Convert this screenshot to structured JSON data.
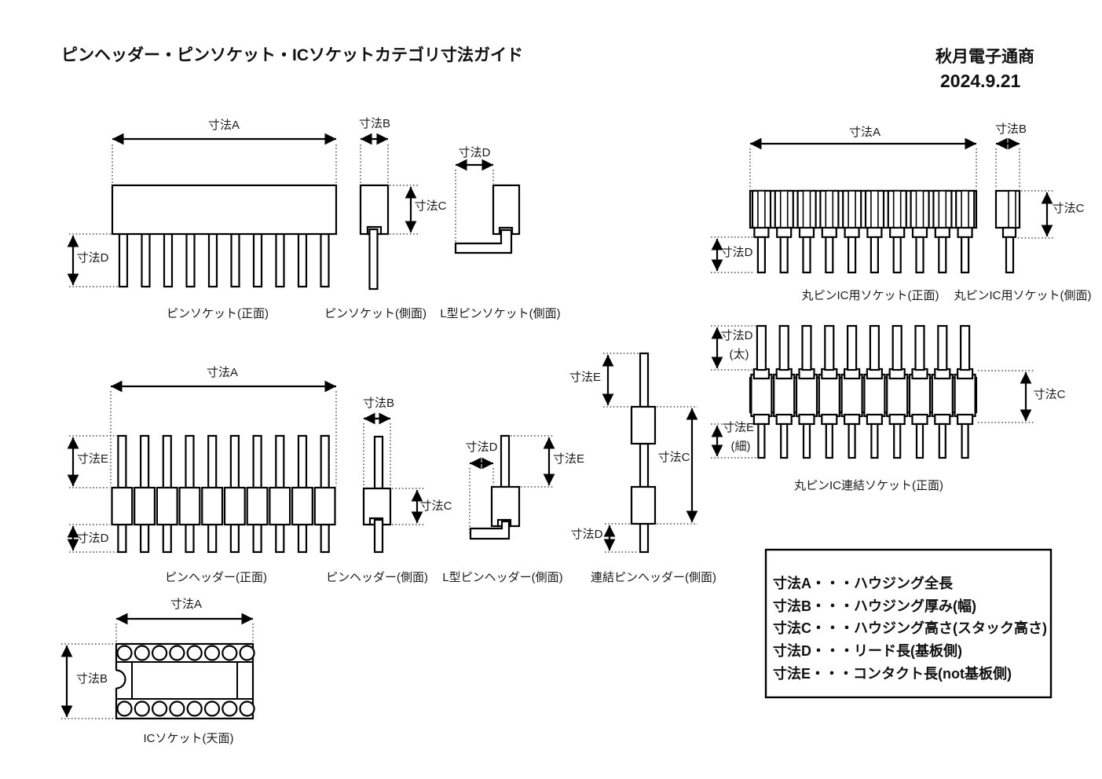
{
  "header": {
    "title": "ピンヘッダー・ピンソケット・ICソケットカテゴリ寸法ガイド",
    "company": "秋月電子通商",
    "date": "2024.9.21"
  },
  "dims": {
    "a": "寸法A",
    "b": "寸法B",
    "c": "寸法C",
    "d": "寸法D",
    "e": "寸法E",
    "thick": "(太)",
    "thin": "(細)"
  },
  "captions": {
    "pin_socket_front": "ピンソケット(正面)",
    "pin_socket_side": "ピンソケット(側面)",
    "l_pin_socket_side": "L型ピンソケット(側面)",
    "round_ic_socket_front": "丸ピンIC用ソケット(正面)",
    "round_ic_socket_side": "丸ピンIC用ソケット(側面)",
    "round_ic_stack_socket_front": "丸ピンIC連結ソケット(正面)",
    "pin_header_front": "ピンヘッダー(正面)",
    "pin_header_side": "ピンヘッダー(側面)",
    "l_pin_header_side": "L型ピンヘッダー(側面)",
    "stack_pin_header_side": "連結ピンヘッダー(側面)",
    "ic_socket_top": "ICソケット(天面)"
  },
  "legend": {
    "items": [
      "寸法A・・・ハウジング全長",
      "寸法B・・・ハウジング厚み(幅)",
      "寸法C・・・ハウジング高さ(スタック高さ)",
      "寸法D・・・リード長(基板側)",
      "寸法E・・・コンタクト長(not基板側)"
    ]
  }
}
